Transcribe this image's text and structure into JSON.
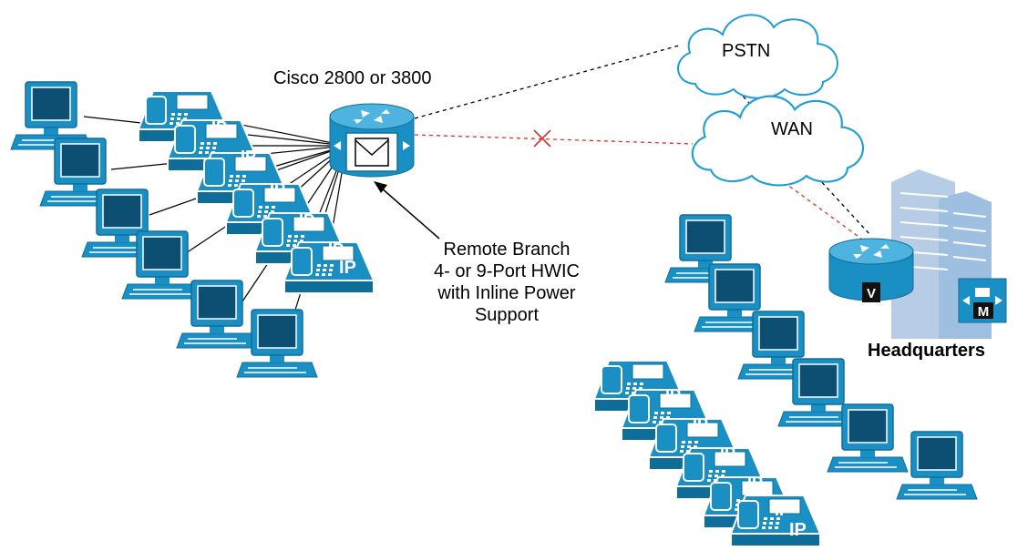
{
  "labels": {
    "router_caption": "Cisco 2800 or 3800",
    "pstn": "PSTN",
    "wan": "WAN",
    "hq": "Headquarters",
    "branch_lines": [
      "Remote Branch",
      "4- or 9-Port HWIC",
      "with Inline Power",
      "Support"
    ]
  },
  "badges": {
    "ip": "IP",
    "voice": "V",
    "manager": "M"
  },
  "colors": {
    "device_blue": "#1a8fc4",
    "device_dark": "#0f6d99",
    "screen": "#0d4f73",
    "building": "#b7cde6",
    "cloud_stroke": "#1f9ed6",
    "link_line": "#000000",
    "failed_link": "#d9342b"
  },
  "icons": [
    "desktop-pc-icon",
    "ip-phone-icon",
    "router-icon",
    "cloud-icon",
    "building-icon",
    "call-manager-icon",
    "voice-router-icon"
  ]
}
